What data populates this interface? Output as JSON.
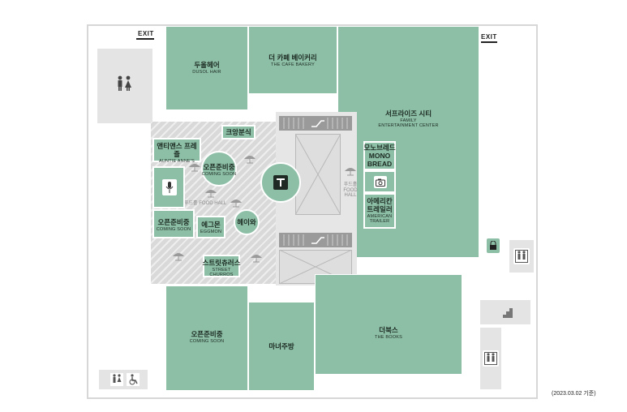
{
  "map": {
    "exits": [
      "EXIT",
      "EXIT"
    ],
    "date_note": "(2023.03.02 기준)",
    "food_hall_label": {
      "ko": "푸드홀",
      "en": "FOOD HALL"
    },
    "food_hall_label_vertical": {
      "ko": "푸드홀",
      "en": "FOOD",
      "en2": "HALL"
    },
    "stores": {
      "dusol": {
        "ko": "두올헤어",
        "en": "DUSOL HAIR"
      },
      "cafe": {
        "ko": "더 카페 베이커리",
        "en": "THE CAFE BAKERY"
      },
      "surprise": {
        "ko": "서프라이즈 시티",
        "en": "FAMILY",
        "en2": "ENTERTAINMENT CENTER"
      },
      "kyang": {
        "ko": "크앙분식",
        "en": ""
      },
      "auntie": {
        "ko": "앤티앤스 프레즐",
        "en": "AUNTIE ANNE'S"
      },
      "opening1": {
        "ko": "오픈준비중",
        "en": "COMING SOON"
      },
      "opening2": {
        "ko": "오픈준비중",
        "en": "COMING SOON"
      },
      "opening3": {
        "ko": "오픈준비중",
        "en": "COMING SOON"
      },
      "eggmon": {
        "ko": "에그몬",
        "en": "EGGMON"
      },
      "heiwa": {
        "ko": "헤이와",
        "en": ""
      },
      "churros": {
        "ko": "스트릿츄러스",
        "en": "STREET CHURROS"
      },
      "mono": {
        "ko": "모노브레드",
        "en": "MONO",
        "en2": "BREAD"
      },
      "american": {
        "ko": "아메리칸",
        "ko2": "트레일러",
        "en": "AMERICAN",
        "en2": "TRAILER"
      },
      "manyeo": {
        "ko": "마녀주방",
        "en": ""
      },
      "books": {
        "ko": "더북스",
        "en": "THE BOOKS"
      }
    },
    "icons": [
      "restroom-icon",
      "escalator-icon",
      "elevator-icon",
      "stairs-icon",
      "locker-icon",
      "camera-icon",
      "info-icon",
      "disabled-restroom-icon",
      "umbrella-table-icon",
      "microphone-icon"
    ],
    "colors": {
      "store": "#8dbfa6",
      "food_hall": "#d9d9d9",
      "outline": "#d7d7d7"
    }
  }
}
